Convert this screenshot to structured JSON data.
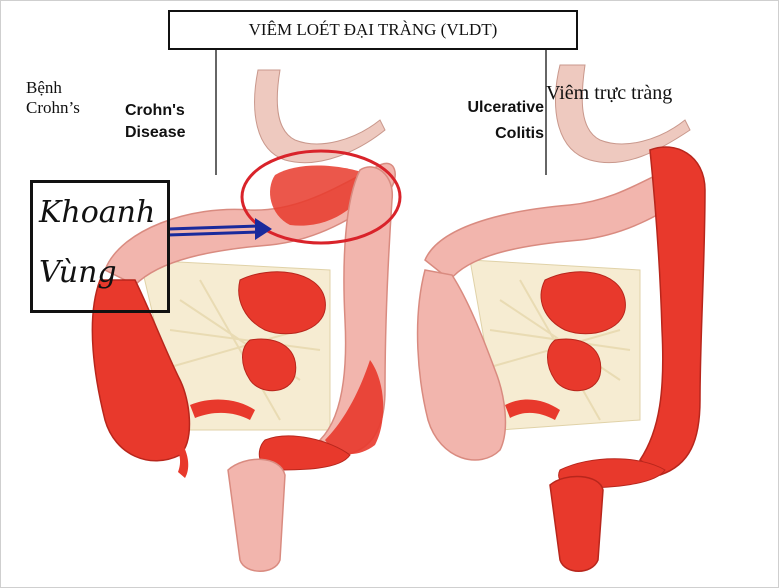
{
  "title": "VIÊM LOÉT ĐẠI TRÀNG (VLDT)",
  "left_label_vi": [
    "Bệnh",
    "Crohn’s"
  ],
  "left_label_en": [
    "Crohn's",
    "Disease"
  ],
  "right_label_en": [
    "Ulcerative",
    "Colitis"
  ],
  "right_label_vi": "Viêm trực tràng",
  "callout": [
    "Khoanh",
    "Vùng"
  ],
  "colors": {
    "inflamed": "#e8392c",
    "healthy": "#f2b5ad",
    "mesentery": "#f6ecd2",
    "highlight_circle": "#d9232a",
    "arrow": "#1a2a9c"
  }
}
